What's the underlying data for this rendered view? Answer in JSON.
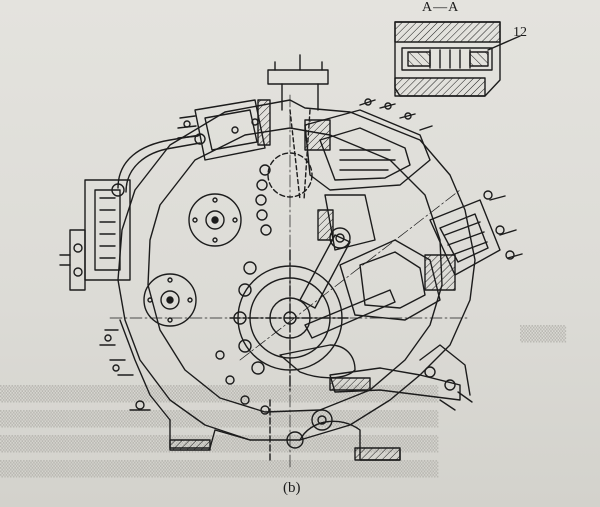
{
  "figure": {
    "section_label": "A—A",
    "callout_number": "12",
    "caption": "(b)"
  },
  "colors": {
    "ink": "#1c1c1c",
    "paper": "#e0dfda",
    "bleed_through": "#b9b8b2"
  }
}
